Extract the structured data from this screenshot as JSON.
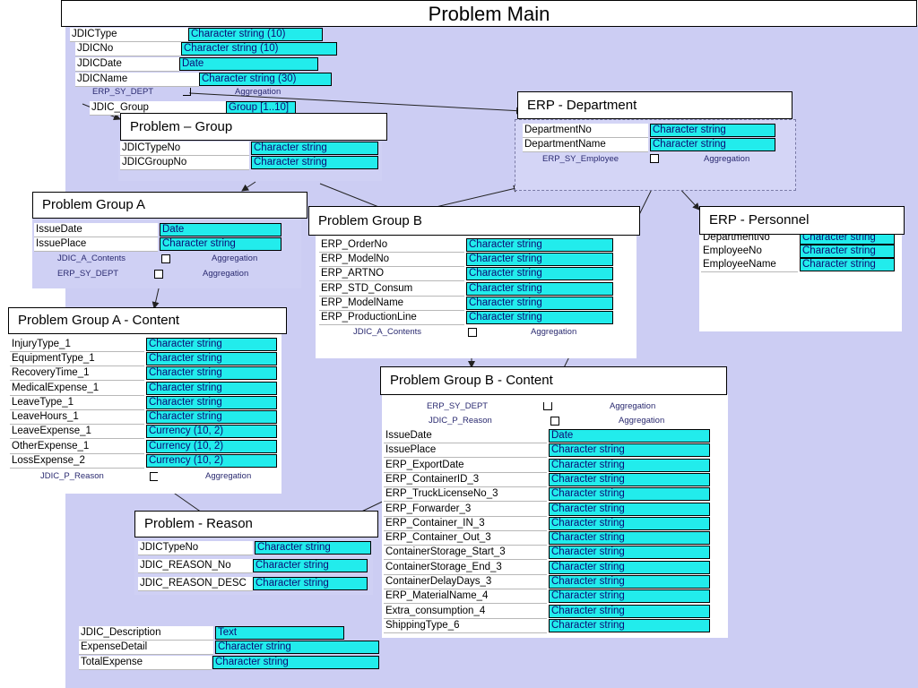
{
  "title": "Problem Main",
  "main": {
    "fields": [
      {
        "name": "JDICType",
        "type": "Character string (10)"
      },
      {
        "name": "JDICNo",
        "type": "Character string (10)"
      },
      {
        "name": "JDICDate",
        "type": "Date"
      },
      {
        "name": "JDICName",
        "type": "Character string (30)"
      }
    ],
    "agg_dept": {
      "name": "ERP_SY_DEPT",
      "label": "Aggregation"
    },
    "group_field": {
      "name": "JDIC_Group",
      "type": "Group [1..10]"
    },
    "bottom_fields": [
      {
        "name": "JDIC_Description",
        "type": "Text"
      },
      {
        "name": "ExpenseDetail",
        "type": "Character string"
      },
      {
        "name": "TotalExpense",
        "type": "Character string"
      }
    ]
  },
  "problem_group": {
    "title": "Problem – Group",
    "fields": [
      {
        "name": "JDICTypeNo",
        "type": "Character string"
      },
      {
        "name": "JDICGroupNo",
        "type": "Character string"
      }
    ]
  },
  "erp_department": {
    "title": "ERP - Department",
    "fields": [
      {
        "name": "DepartmentNo",
        "type": "Character string"
      },
      {
        "name": "DepartmentName",
        "type": "Character string"
      }
    ],
    "agg": {
      "name": "ERP_SY_Employee",
      "label": "Aggregation"
    }
  },
  "erp_personnel": {
    "title": "ERP - Personnel",
    "fields": [
      {
        "name": "DepartmentNo",
        "type": "Character string"
      },
      {
        "name": "EmployeeNo",
        "type": "Character string"
      },
      {
        "name": "EmployeeName",
        "type": "Character string"
      }
    ]
  },
  "group_a": {
    "title": "Problem Group A",
    "fields": [
      {
        "name": "IssueDate",
        "type": "Date"
      },
      {
        "name": "IssuePlace",
        "type": "Character string"
      }
    ],
    "aggs": [
      {
        "name": "JDIC_A_Contents",
        "label": "Aggregation"
      },
      {
        "name": "ERP_SY_DEPT",
        "label": "Aggregation"
      }
    ]
  },
  "group_b": {
    "title": "Problem Group B",
    "fields": [
      {
        "name": "ERP_OrderNo",
        "type": "Character string"
      },
      {
        "name": "ERP_ModelNo",
        "type": "Character string"
      },
      {
        "name": "ERP_ARTNO",
        "type": "Character string"
      },
      {
        "name": "ERP_STD_Consum",
        "type": "Character string"
      },
      {
        "name": "ERP_ModelName",
        "type": "Character string"
      },
      {
        "name": "ERP_ProductionLine",
        "type": "Character string"
      }
    ],
    "agg": {
      "name": "JDIC_A_Contents",
      "label": "Aggregation"
    }
  },
  "group_a_content": {
    "title": "Problem Group A - Content",
    "fields": [
      {
        "name": "InjuryType_1",
        "type": "Character string"
      },
      {
        "name": "EquipmentType_1",
        "type": "Character string"
      },
      {
        "name": "RecoveryTime_1",
        "type": "Character string"
      },
      {
        "name": "MedicalExpense_1",
        "type": "Character string"
      },
      {
        "name": "LeaveType_1",
        "type": "Character string"
      },
      {
        "name": "LeaveHours_1",
        "type": "Character string"
      },
      {
        "name": "LeaveExpense_1",
        "type": "Currency (10, 2)"
      },
      {
        "name": "OtherExpense_1",
        "type": "Currency (10, 2)"
      },
      {
        "name": "LossExpense_2",
        "type": "Currency (10, 2)"
      }
    ],
    "agg": {
      "name": "JDIC_P_Reason",
      "label": "Aggregation"
    }
  },
  "group_b_content": {
    "title": "Problem Group B - Content",
    "aggs": [
      {
        "name": "ERP_SY_DEPT",
        "label": "Aggregation"
      },
      {
        "name": "JDIC_P_Reason",
        "label": "Aggregation"
      }
    ],
    "fields": [
      {
        "name": "IssueDate",
        "type": "Date"
      },
      {
        "name": "IssuePlace",
        "type": "Character string"
      },
      {
        "name": "ERP_ExportDate",
        "type": "Character string"
      },
      {
        "name": "ERP_ContainerID_3",
        "type": "Character string"
      },
      {
        "name": "ERP_TruckLicenseNo_3",
        "type": "Character string"
      },
      {
        "name": "ERP_Forwarder_3",
        "type": "Character string"
      },
      {
        "name": "ERP_Container_IN_3",
        "type": "Character string"
      },
      {
        "name": "ERP_Container_Out_3",
        "type": "Character string"
      },
      {
        "name": "ContainerStorage_Start_3",
        "type": "Character string"
      },
      {
        "name": "ContainerStorage_End_3",
        "type": "Character string"
      },
      {
        "name": "ContainerDelayDays_3",
        "type": "Character string"
      },
      {
        "name": "ERP_MaterialName_4",
        "type": "Character string"
      },
      {
        "name": "Extra_consumption_4",
        "type": "Character string"
      },
      {
        "name": "ShippingType_6",
        "type": "Character string"
      }
    ]
  },
  "problem_reason": {
    "title": "Problem - Reason",
    "fields": [
      {
        "name": "JDICTypeNo",
        "type": "Character string"
      },
      {
        "name": "JDIC_REASON_No",
        "type": "Character string"
      },
      {
        "name": "JDIC_REASON_DESC",
        "type": "Character string"
      }
    ]
  }
}
